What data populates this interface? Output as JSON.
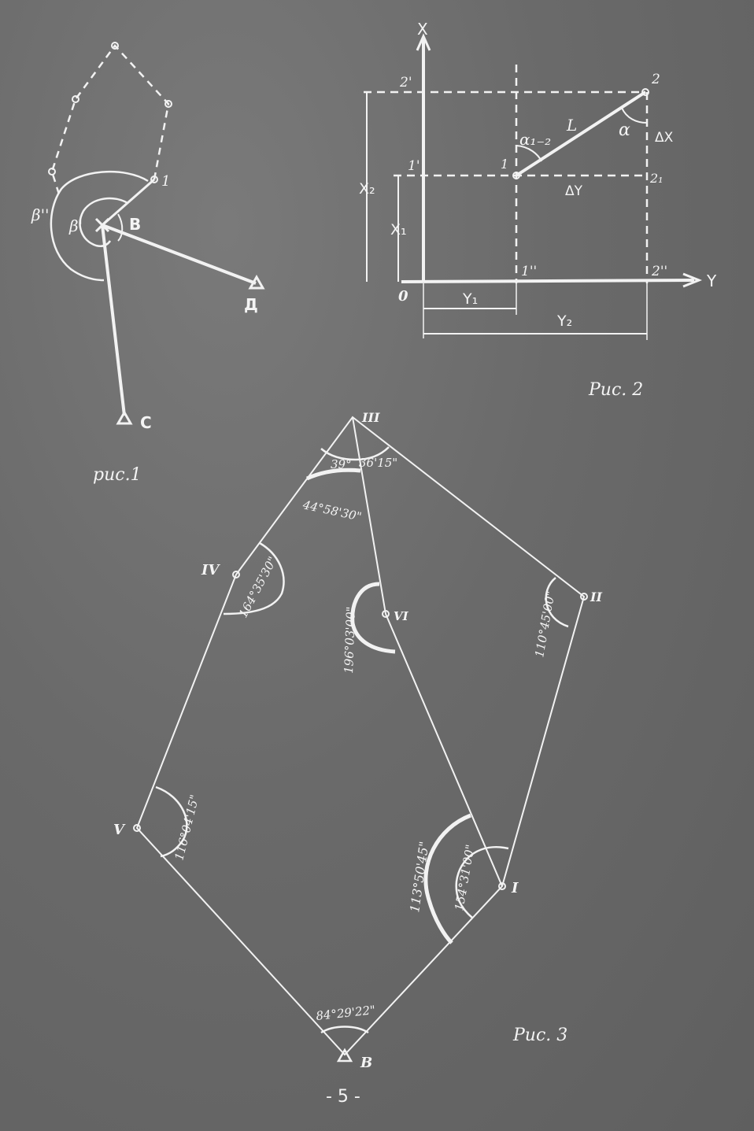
{
  "fig1": {
    "caption": "рис.1",
    "label_beta2": "β''",
    "label_beta1": "β'",
    "label_B": "B",
    "label_1": "1",
    "label_D": "Д",
    "label_C": "C"
  },
  "fig2": {
    "caption": "Рис. 2",
    "axis_x": "X",
    "axis_y": "Y",
    "origin": "0",
    "pt_2prime": "2'",
    "pt_1prime": "1'",
    "pt_1": "1",
    "pt_2": "2",
    "pt_2_1": "2₁",
    "pt_1dbl": "1''",
    "pt_2dbl": "2''",
    "label_L": "L",
    "label_alpha12": "α₁₋₂",
    "label_alpha": "α",
    "label_dX": "ΔX",
    "label_dY": "ΔY",
    "label_X2": "X₂",
    "label_X1": "X₁",
    "label_Y1": "Y₁",
    "label_Y2": "Y₂"
  },
  "fig3": {
    "caption": "Рис. 3",
    "vertex_III": "III",
    "vertex_II": "II",
    "vertex_IV": "IV",
    "vertex_VI": "VI",
    "vertex_V": "V",
    "vertex_I": "I",
    "vertex_B": "B",
    "angle_III_left": "39°",
    "angle_III_right": "36'15\"",
    "angle_III_total": "44°58'30\"",
    "angle_IV": "164°35'30\"",
    "angle_VI": "196°03'00\"",
    "angle_II": "110°45'00\"",
    "angle_V": "116°04'15\"",
    "angle_I_outer": "113°50'45\"",
    "angle_I_inner": "154°31'00\"",
    "angle_B": "84°29'22\""
  },
  "page_number": "- 5 -"
}
